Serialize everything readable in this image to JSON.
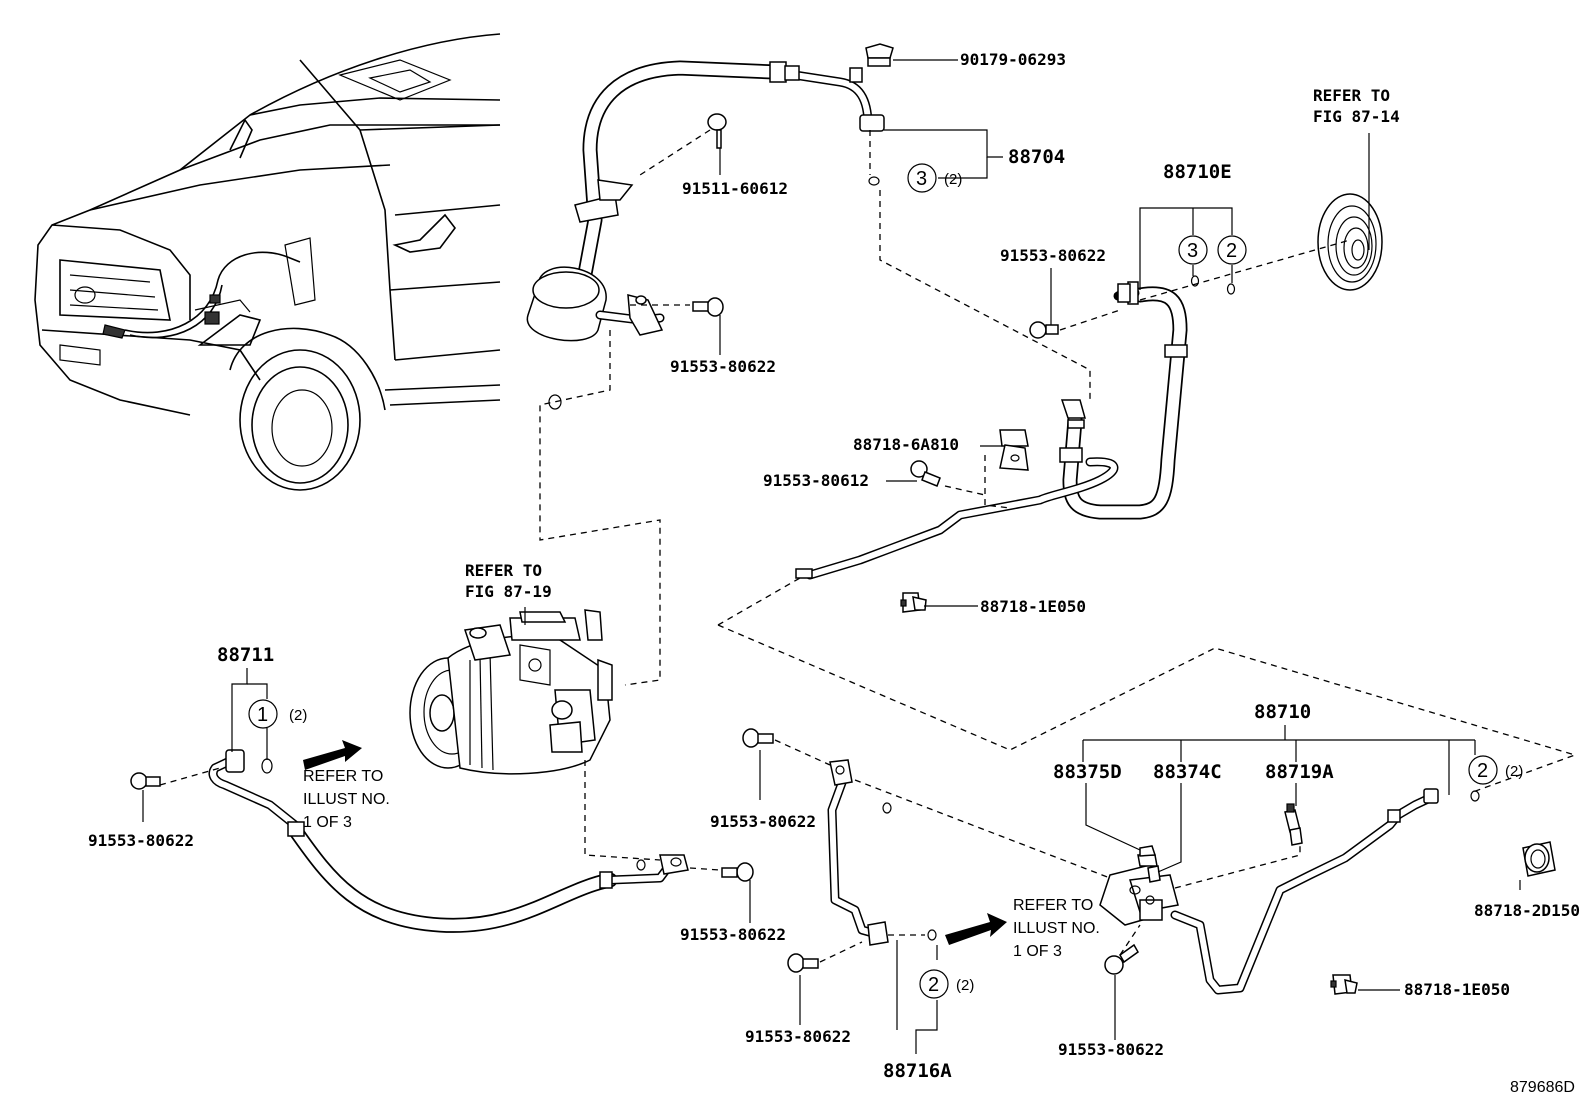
{
  "labels": {
    "p90179": "90179-06293",
    "p88704": "88704",
    "p91511": "91511-60612",
    "p91553_top": "91553-80622",
    "p88710e": "88710E",
    "p91553_mid": "91553-80622",
    "p88718_6a": "88718-6A810",
    "p91553_80612": "91553-80612",
    "p88718_1e_mid": "88718-1E050",
    "p88711": "88711",
    "p91553_left": "91553-80622",
    "p91553_comp": "91553-80622",
    "p91553_88716_top": "91553-80622",
    "p91553_88716_bot": "91553-80622",
    "p88716a": "88716A",
    "p88710": "88710",
    "p88375d": "88375D",
    "p88374c": "88374C",
    "p88719a": "88719A",
    "p88718_2d": "88718-2D150",
    "p88718_1e_right": "88718-1E050",
    "p91553_bot_right": "91553-80622"
  },
  "refer_notes": {
    "fig_87_14": [
      "REFER TO",
      "FIG 87-14"
    ],
    "fig_87_19": [
      "REFER TO",
      "FIG 87-19"
    ],
    "illust_left": [
      "REFER TO",
      "ILLUST NO.",
      "1 OF 3"
    ],
    "illust_right": [
      "REFER TO",
      "ILLUST NO.",
      "1 OF 3"
    ]
  },
  "circled_refs": {
    "c_88704": {
      "num": "3",
      "qty": "(2)"
    },
    "c_88710e_a": {
      "num": "3",
      "qty": ""
    },
    "c_88710e_b": {
      "num": "2",
      "qty": ""
    },
    "c_88711": {
      "num": "1",
      "qty": "(2)"
    },
    "c_88716a": {
      "num": "2",
      "qty": "(2)"
    },
    "c_88710": {
      "num": "2",
      "qty": "(2)"
    }
  },
  "diagram_id": "879686D"
}
